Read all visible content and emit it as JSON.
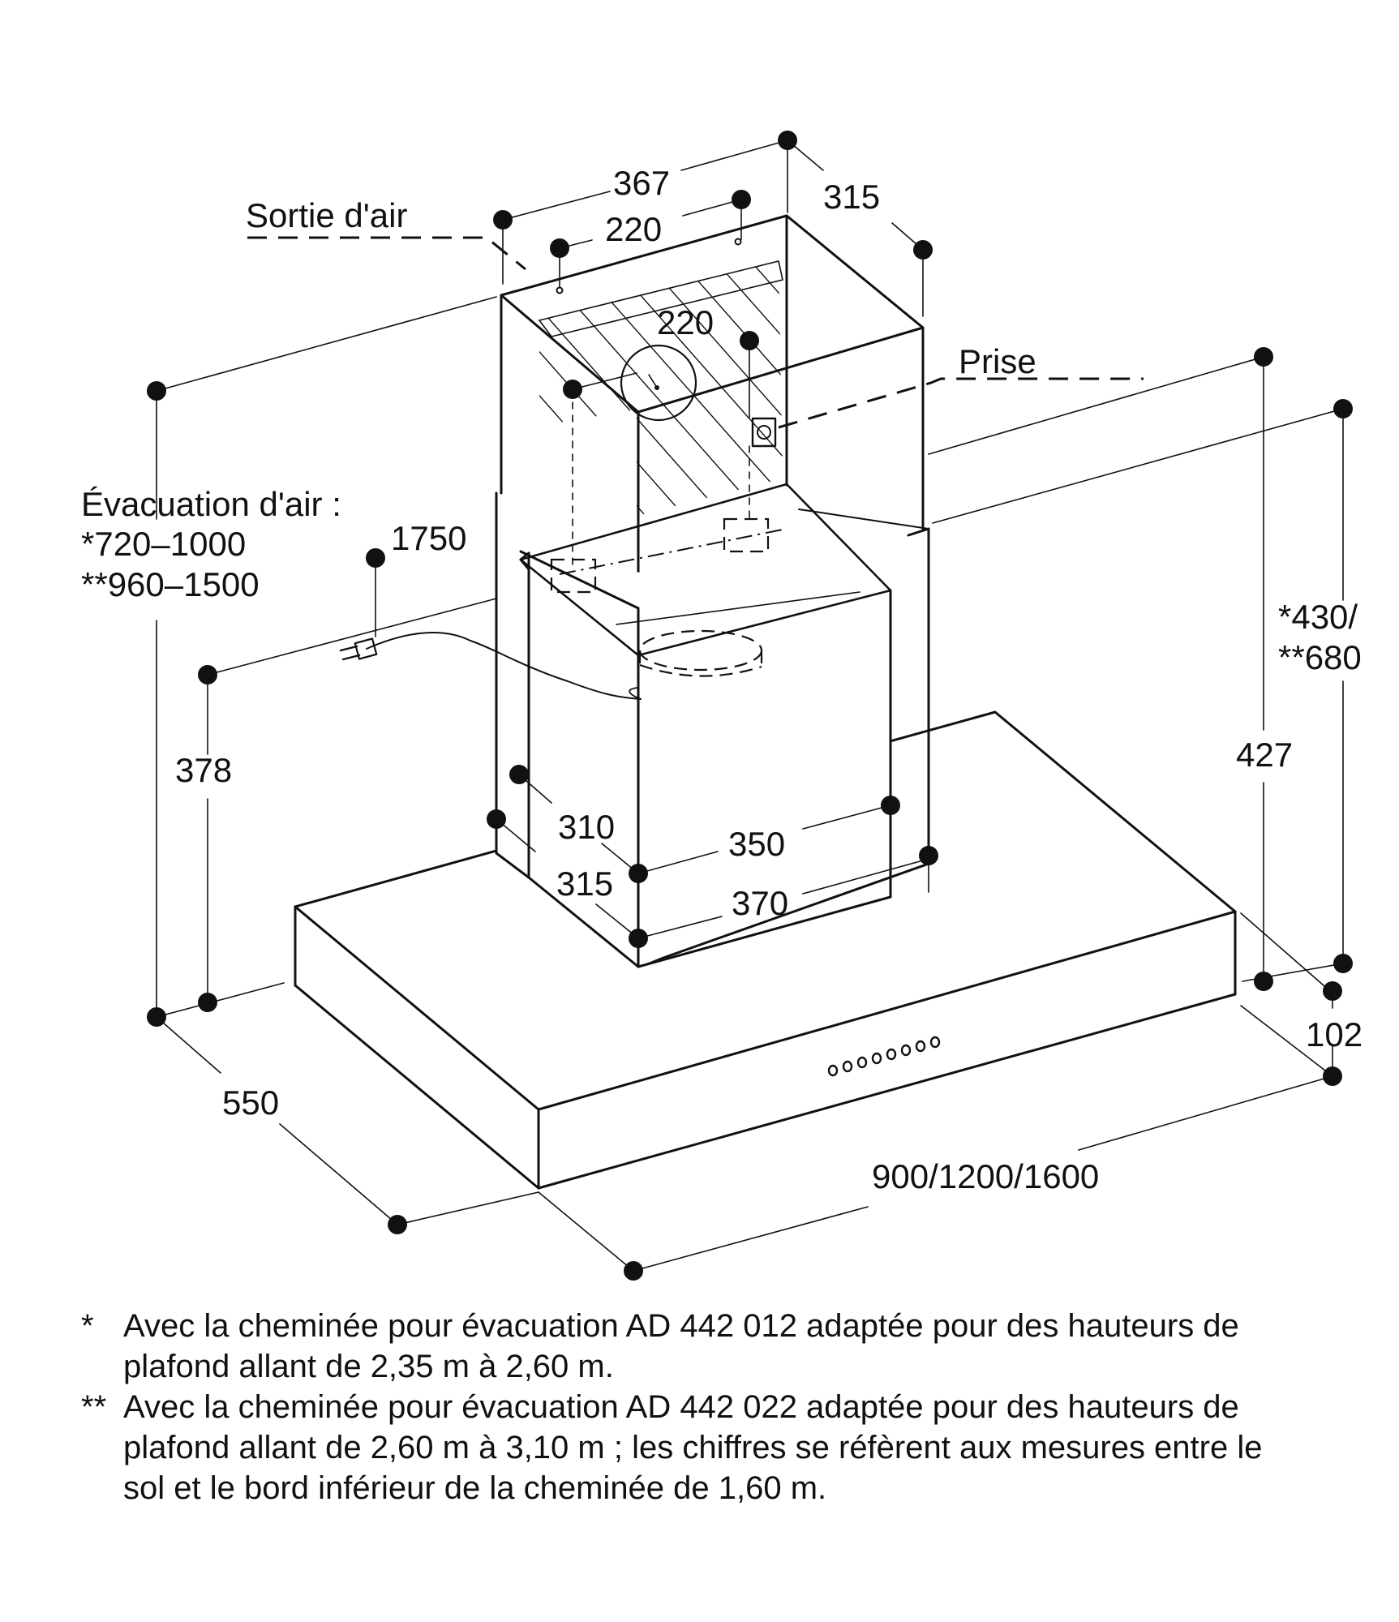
{
  "labels": {
    "outlet": "Sortie d'air",
    "socket": "Prise",
    "exhaust_title": "Évacuation d'air :",
    "exhaust_range_1": "*720–1000",
    "exhaust_range_2": "**960–1500"
  },
  "dimensions": {
    "top_width": "367",
    "top_depth": "315",
    "outlet_offset": "220",
    "outlet_offset_2": "220",
    "cable_length": "1750",
    "inner_height": "378",
    "chimney_height": "*430/",
    "chimney_height_2": "**680",
    "hood_height": "427",
    "inner_depth": "310",
    "outer_depth": "315",
    "inner_width": "350",
    "outer_width": "370",
    "canopy_thickness": "102",
    "canopy_depth": "550",
    "canopy_width": "900/1200/1600"
  },
  "footnotes": [
    {
      "mark": "*",
      "text": "Avec la cheminée pour évacuation AD 442 012 adaptée pour des hauteurs de plafond allant de 2,35 m à 2,60 m."
    },
    {
      "mark": "**",
      "text": "Avec la cheminée pour évacuation AD 442 022 adaptée pour des hauteurs de plafond allant de 2,60 m à 3,10 m ; les chiffres se réfèrent aux mesures entre le sol et le bord inférieur de la cheminée de 1,60 m."
    }
  ]
}
